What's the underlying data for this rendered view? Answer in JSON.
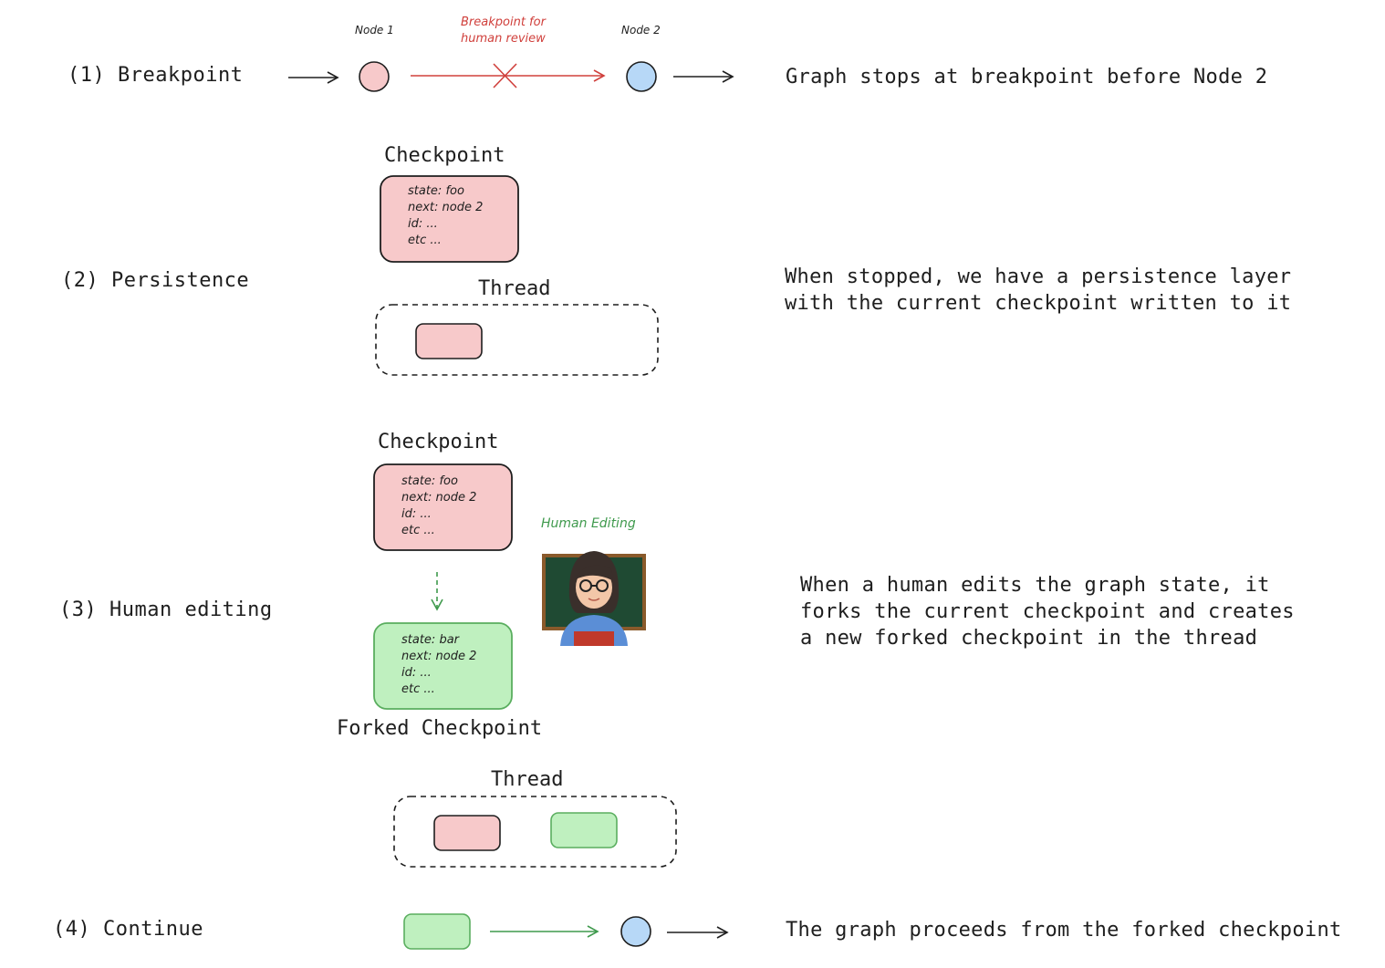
{
  "colors": {
    "checkpoint_fill": "#f7c9ca",
    "forked_fill": "#bff0bf",
    "node1_fill": "#f7c9ca",
    "node2_fill": "#b7d8f7",
    "stroke": "#1e1e1e",
    "forked_stroke": "#5aae5f",
    "breakpoint_red": "#d0403c",
    "continue_green": "#3f9a4d"
  },
  "step1": {
    "label": "(1) Breakpoint",
    "node1_label": "Node 1",
    "node2_label": "Node 2",
    "breakpoint_note_line1": "Breakpoint for",
    "breakpoint_note_line2": "human review",
    "description": "Graph stops at breakpoint before Node 2"
  },
  "step2": {
    "label": "(2) Persistence",
    "checkpoint_title": "Checkpoint",
    "checkpoint_lines": [
      "state: foo",
      "next: node 2",
      "id: ...",
      "etc ..."
    ],
    "thread_title": "Thread",
    "description_line1": "When stopped, we have a persistence layer",
    "description_line2": "with the current checkpoint written to it"
  },
  "step3": {
    "label": "(3) Human editing",
    "checkpoint_title": "Checkpoint",
    "checkpoint_lines": [
      "state: foo",
      "next: node 2",
      "id: ...",
      "etc ..."
    ],
    "human_note": "Human Editing",
    "human_icon": "teacher-emoji-icon",
    "forked_lines": [
      "state: bar",
      "next: node 2",
      "id: ...",
      "etc ..."
    ],
    "forked_title": "Forked Checkpoint",
    "thread_title": "Thread",
    "description_line1": "When a human edits the graph state, it",
    "description_line2": "forks the current checkpoint and creates",
    "description_line3": "a new forked checkpoint in the thread"
  },
  "step4": {
    "label": "(4) Continue",
    "description": "The graph proceeds from the forked checkpoint"
  }
}
